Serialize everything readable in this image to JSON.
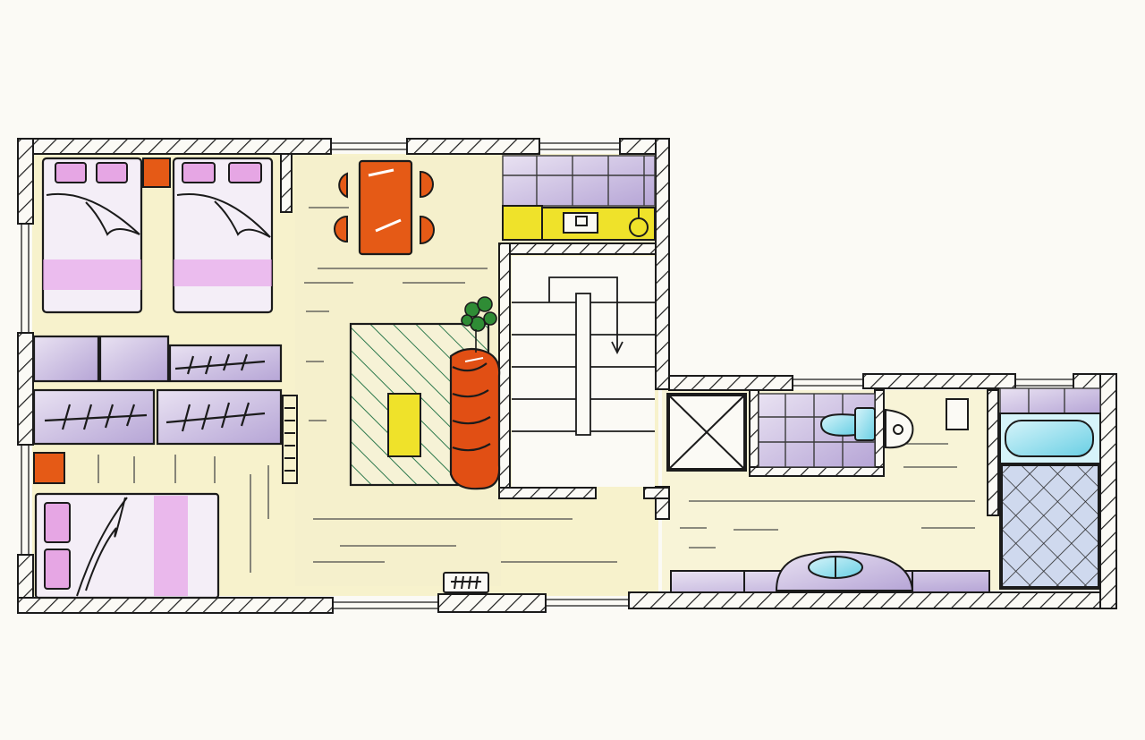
{
  "drawing": {
    "title": "",
    "margin_marks": [
      "",
      ""
    ]
  },
  "colors": {
    "paper": "#fbfaf5",
    "floor_wash": "#f5efbe",
    "wall_ink": "#1b1b1b",
    "bed_linen": "#f4eef7",
    "pillow_pink": "#e6a6e4",
    "stripe_pink": "#e59be7",
    "cabinet_lavender": "#c9b8dc",
    "table_orange": "#e55a16",
    "sofa_orange": "#e14f14",
    "kitchen_yellow": "#efe22a",
    "rug_green": "#2e7a4e",
    "tile_lavender": "#b9a9db",
    "fixture_cyan": "#8fdcec",
    "plant_green": "#2f8c35"
  },
  "rooms": [
    {
      "id": "bedroom-twin",
      "kind": "bedroom"
    },
    {
      "id": "bedroom-single",
      "kind": "bedroom"
    },
    {
      "id": "living-dining",
      "kind": "living"
    },
    {
      "id": "kitchenette",
      "kind": "kitchen"
    },
    {
      "id": "stairwell",
      "kind": "stairs"
    },
    {
      "id": "wc",
      "kind": "toilet"
    },
    {
      "id": "bathroom",
      "kind": "bath"
    },
    {
      "id": "hallway",
      "kind": "hall"
    }
  ],
  "icons": {
    "bed": "bed-icon",
    "table": "dining-table-icon",
    "chair": "chair-icon",
    "sofa": "sofa-icon",
    "plant": "plant-icon",
    "sink": "sink-icon",
    "toilet": "toilet-icon",
    "bathtub": "bathtub-icon",
    "stairs": "stairs-icon",
    "radiator": "radiator-icon",
    "shaft": "shaft-icon"
  }
}
